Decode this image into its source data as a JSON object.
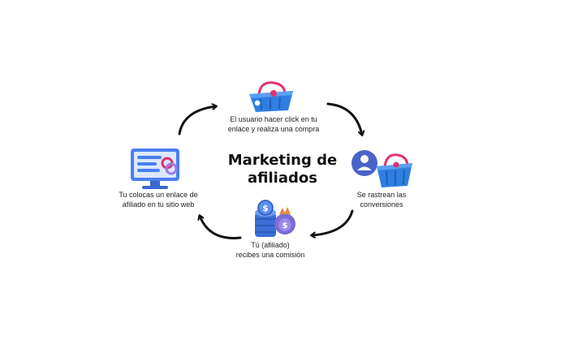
{
  "title": {
    "line1": "Marketing de",
    "line2": "afiliados"
  },
  "steps": [
    {
      "icon": "shopping-basket-icon",
      "line1": "El usuario hacer click en tu",
      "line2": "enlace y realiza una compra"
    },
    {
      "icon": "user-basket-icon",
      "line1": "Se rastrean las",
      "line2": "conversiones"
    },
    {
      "icon": "coins-icon",
      "line1": "Tú (afiliado)",
      "line2": "recibes una comisión"
    },
    {
      "icon": "monitor-link-icon",
      "line1": "Tu colocas un enlace de",
      "line2": "afiliado en tu sitio web"
    }
  ],
  "colors": {
    "basket_blue": "#2f7fe0",
    "basket_handle": "#e0336b",
    "coin_blue": "#3a6fd8",
    "monitor_blue": "#4a7ff0",
    "arrow": "#111111"
  }
}
